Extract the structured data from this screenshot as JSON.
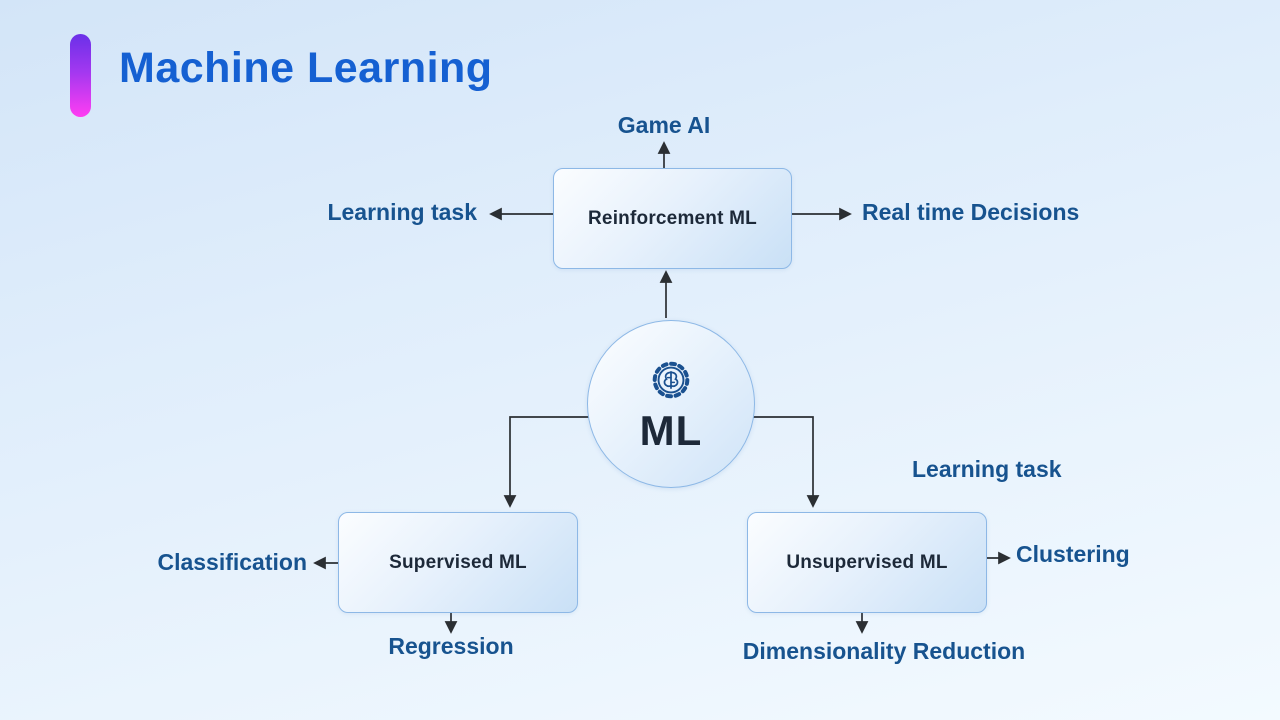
{
  "page": {
    "title": "Machine Learning"
  },
  "diagram": {
    "center": {
      "label": "ML",
      "icon": "brain-gear-icon"
    },
    "nodes": {
      "reinforcement": {
        "label": "Reinforcement ML"
      },
      "supervised": {
        "label": "Supervised ML"
      },
      "unsupervised": {
        "label": "Unsupervised ML"
      }
    },
    "labels": {
      "game_ai": "Game AI",
      "learning_task_top": "Learning task",
      "real_time_decisions": "Real time Decisions",
      "classification": "Classification",
      "regression": "Regression",
      "learning_task_right": "Learning task",
      "clustering": "Clustering",
      "dimensionality_reduction": "Dimensionality Reduction"
    },
    "colors": {
      "title_blue": "#1560d2",
      "label_blue": "#17538f",
      "node_text": "#1d2939",
      "node_border": "#8db8e6",
      "arrow": "#2b2f33",
      "accent_bar_top": "#6a30e8",
      "accent_bar_bottom": "#ff3df2"
    }
  }
}
